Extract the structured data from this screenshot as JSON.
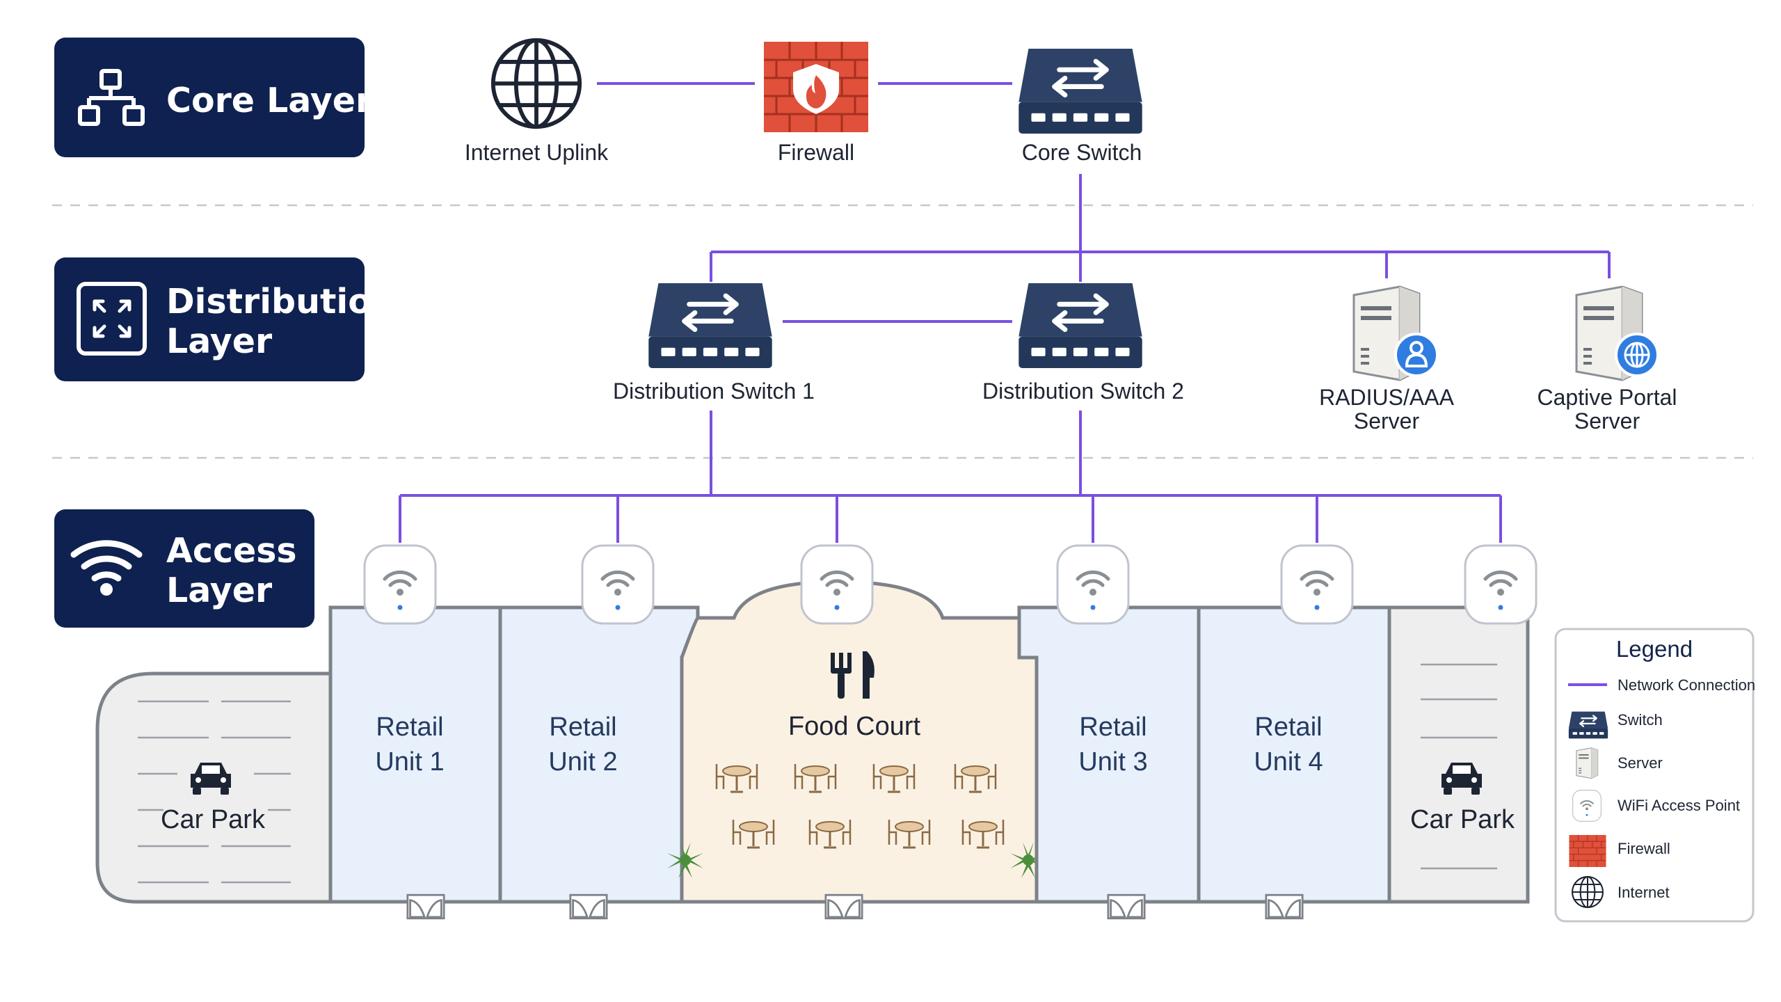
{
  "layers": {
    "core": {
      "title": "Core Layer",
      "icon": "hierarchy-icon"
    },
    "distribution": {
      "title_line1": "Distribution",
      "title_line2": "Layer",
      "icon": "expand-arrows-icon"
    },
    "access": {
      "title_line1": "Access",
      "title_line2": "Layer",
      "icon": "wifi-icon"
    }
  },
  "nodes": {
    "internet": "Internet Uplink",
    "firewall": "Firewall",
    "core_switch": "Core Switch",
    "dist_switch_1": "Distribution Switch 1",
    "dist_switch_2": "Distribution Switch 2",
    "radius_line1": "RADIUS/AAA",
    "radius_line2": "Server",
    "captive_line1": "Captive Portal",
    "captive_line2": "Server"
  },
  "floorplan": {
    "car_park_left": "Car Park",
    "car_park_right": "Car Park",
    "retail_1_line1": "Retail",
    "retail_1_line2": "Unit 1",
    "retail_2_line1": "Retail",
    "retail_2_line2": "Unit 2",
    "food_court": "Food Court",
    "retail_3_line1": "Retail",
    "retail_3_line2": "Unit 3",
    "retail_4_line1": "Retail",
    "retail_4_line2": "Unit 4"
  },
  "legend": {
    "title": "Legend",
    "items": [
      {
        "label": "Network Connection",
        "icon": "line-icon"
      },
      {
        "label": "Switch",
        "icon": "switch-icon"
      },
      {
        "label": "Server",
        "icon": "server-icon"
      },
      {
        "label": "WiFi Access Point",
        "icon": "access-point-icon"
      },
      {
        "label": "Firewall",
        "icon": "firewall-icon"
      },
      {
        "label": "Internet",
        "icon": "globe-icon"
      }
    ]
  },
  "colors": {
    "connection": "#7a4fe0",
    "layer_box": "#0f2150",
    "switch": "#2d4266",
    "firewall": "#e0503a",
    "retail_fill": "#e8f0fb",
    "food_court_fill": "#fbf1e3",
    "car_park_fill": "#eeeeee"
  }
}
